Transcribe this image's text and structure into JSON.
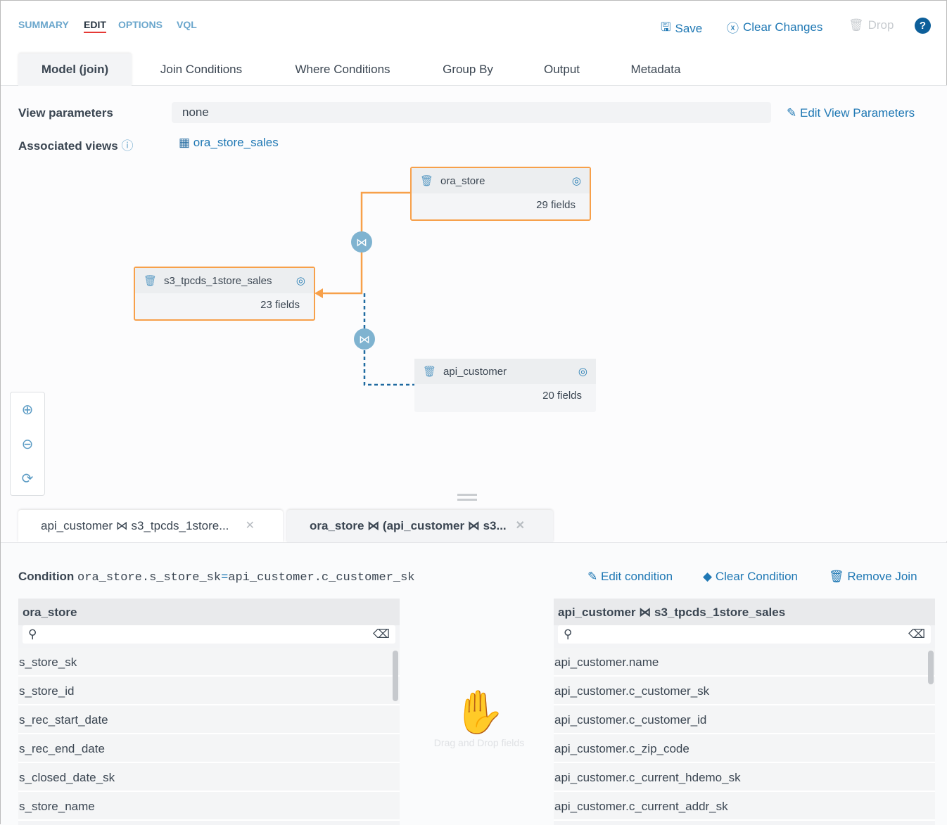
{
  "topnav": {
    "items": [
      "SUMMARY",
      "EDIT",
      "OPTIONS",
      "VQL"
    ],
    "active": "EDIT"
  },
  "actions": {
    "save": "Save",
    "clear_changes": "Clear Changes",
    "drop": "Drop",
    "help": "?"
  },
  "tabs": [
    "Model (join)",
    "Join Conditions",
    "Where Conditions",
    "Group By",
    "Output",
    "Metadata"
  ],
  "params": {
    "label": "View parameters",
    "value": "none",
    "edit": "Edit View Parameters"
  },
  "assoc": {
    "label": "Associated views",
    "view": "ora_store_sales"
  },
  "nodes": [
    {
      "name": "ora_store",
      "fields": "29 fields"
    },
    {
      "name": "s3_tpcds_1store_sales",
      "fields": "23 fields"
    },
    {
      "name": "api_customer",
      "fields": "20 fields"
    }
  ],
  "join_symbol": "⋈",
  "colors": {
    "accent": "#1f78b4",
    "selected": "#f7a04a",
    "join_node": "#7fb3d0"
  },
  "join_tabs": [
    "api_customer ⋈ s3_tpcds_1store...",
    "ora_store ⋈ (api_customer ⋈ s3..."
  ],
  "condition": {
    "label": "Condition",
    "left": "ora_store.s_store_sk",
    "op": "=",
    "right": "api_customer.c_customer_sk",
    "edit": "Edit condition",
    "clear": "Clear Condition",
    "remove": "Remove Join"
  },
  "left_list": {
    "title": "ora_store",
    "rows": [
      "s_store_sk",
      "s_store_id",
      "s_rec_start_date",
      "s_rec_end_date",
      "s_closed_date_sk",
      "s_store_name"
    ]
  },
  "right_list": {
    "title": "api_customer ⋈ s3_tpcds_1store_sales",
    "rows": [
      "api_customer.name",
      "api_customer.c_customer_sk",
      "api_customer.c_customer_id",
      "api_customer.c_zip_code",
      "api_customer.c_current_hdemo_sk",
      "api_customer.c_current_addr_sk"
    ]
  },
  "drop_hint": "Drag and Drop fields"
}
